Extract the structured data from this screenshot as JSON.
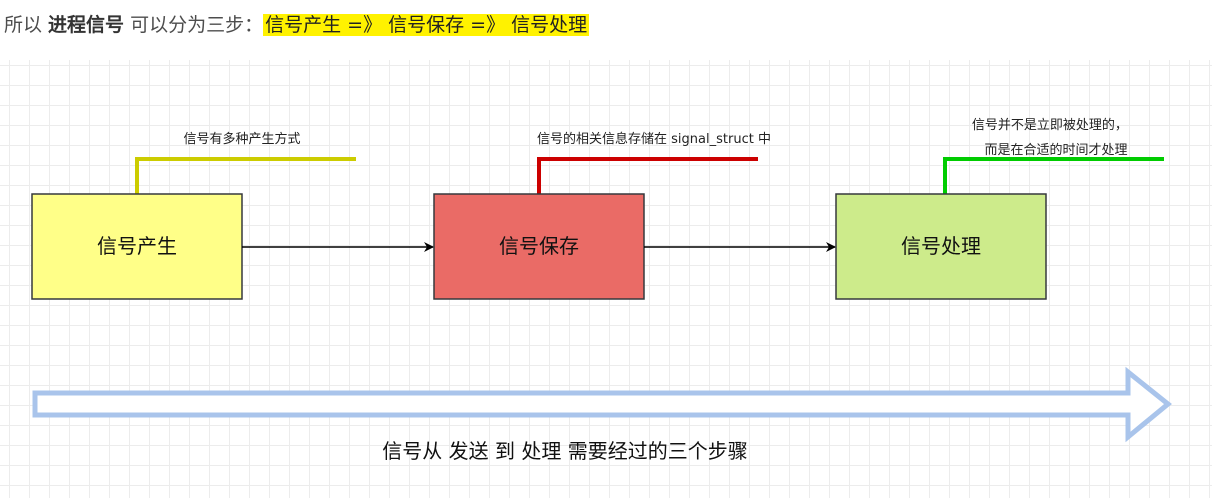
{
  "intro": {
    "prefix": "所以 ",
    "bold": "进程信号",
    "middle": " 可以分为三步：",
    "highlight": "信号产生 =》 信号保存 =》 信号处理"
  },
  "diagram": {
    "stages": [
      {
        "label": "信号产生",
        "fill": "#ffff88",
        "stroke": "#36393d"
      },
      {
        "label": "信号保存",
        "fill": "#ea6b66",
        "stroke": "#36393d"
      },
      {
        "label": "信号处理",
        "fill": "#cdeb8b",
        "stroke": "#36393d"
      }
    ],
    "notes": [
      {
        "lines": [
          "信号有多种产生方式"
        ],
        "color": "#cccc00"
      },
      {
        "lines": [
          "信号的相关信息存储在 signal_struct 中"
        ],
        "color": "#cc0000"
      },
      {
        "lines": [
          "信号并不是立即被处理的，",
          "而是在合适的时间才处理"
        ],
        "color": "#00cc00"
      }
    ],
    "flow_caption": "信号从 发送 到 处理 需要经过的三个步骤",
    "flow_arrow_color": "#a9c4eb"
  }
}
